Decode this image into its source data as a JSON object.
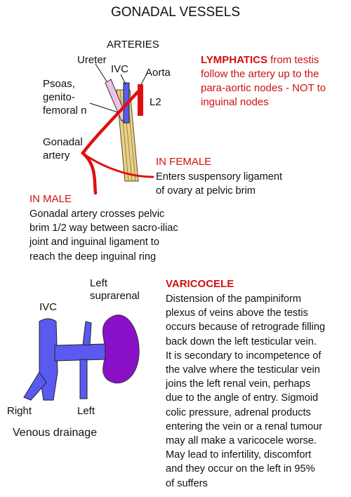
{
  "title": "GONADAL VESSELS",
  "arteries": {
    "heading": "ARTERIES",
    "ureter": "Ureter",
    "ivc": "IVC",
    "aorta": "Aorta",
    "psoas": [
      "Psoas,",
      "genito-",
      "femoral n"
    ],
    "l2": "L2",
    "gonadal": [
      "Gonadal",
      "artery"
    ]
  },
  "lymphatics": {
    "bold": "LYMPHATICS",
    "lines": [
      " from testis",
      "follow the artery up to the",
      "para-aortic nodes - NOT to",
      "inguinal nodes"
    ]
  },
  "female": {
    "heading": "IN FEMALE",
    "lines": [
      "Enters suspensory ligament",
      "of ovary at pelvic brim"
    ]
  },
  "male": {
    "heading": "IN MALE",
    "lines": [
      "Gonadal artery crosses pelvic",
      "brim 1/2 way between sacro-iliac",
      "joint and inguinal ligament to",
      "reach the deep inguinal ring"
    ]
  },
  "venous": {
    "ivc": "IVC",
    "left_suprarenal": [
      "Left",
      "suprarenal"
    ],
    "right": "Right",
    "left": "Left",
    "caption": "Venous drainage"
  },
  "varicocele": {
    "heading": "VARICOCELE",
    "lines": [
      "Distension of the pampiniform",
      "plexus of veins above the testis",
      "occurs because of retrograde filling",
      "back down the left testicular vein.",
      "It is secondary to incompetence of",
      "the valve where the testicular vein",
      "joins the left renal vein, perhaps",
      "due to the angle of entry. Sigmoid",
      "colic pressure, adrenal products",
      "entering the vein or a renal tumour",
      "may all make a varicocele worse.",
      "May lead to infertility, discomfort",
      "and they occur on the left in 95%",
      "of suffers"
    ]
  },
  "colors": {
    "artery_red": "#e01010",
    "vein_blue": "#5a5af0",
    "kidney_purple": "#8a10c8",
    "ureter_pink": "#f0c0e8",
    "psoas_tan": "#e8d088",
    "heading_red": "#d01010"
  }
}
